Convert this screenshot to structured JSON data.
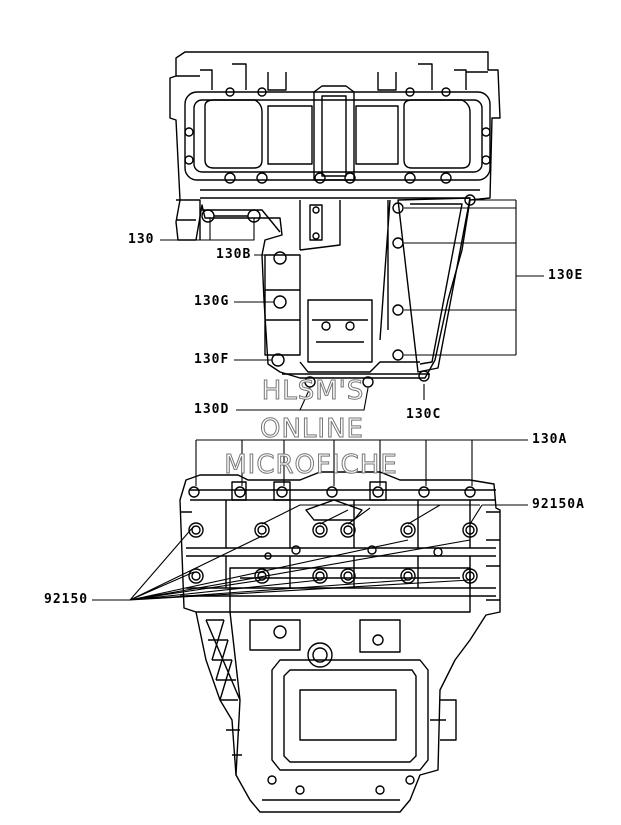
{
  "labels": {
    "p130": "130",
    "p130B": "130B",
    "p130G": "130G",
    "p130F": "130F",
    "p130D": "130D",
    "p130C": "130C",
    "p130E": "130E",
    "p130A": "130A",
    "p92150A": "92150A",
    "p92150": "92150"
  },
  "watermark": {
    "line1": "HLSM'S",
    "line2": "ONLINE",
    "line3": "MICROFICHE"
  }
}
